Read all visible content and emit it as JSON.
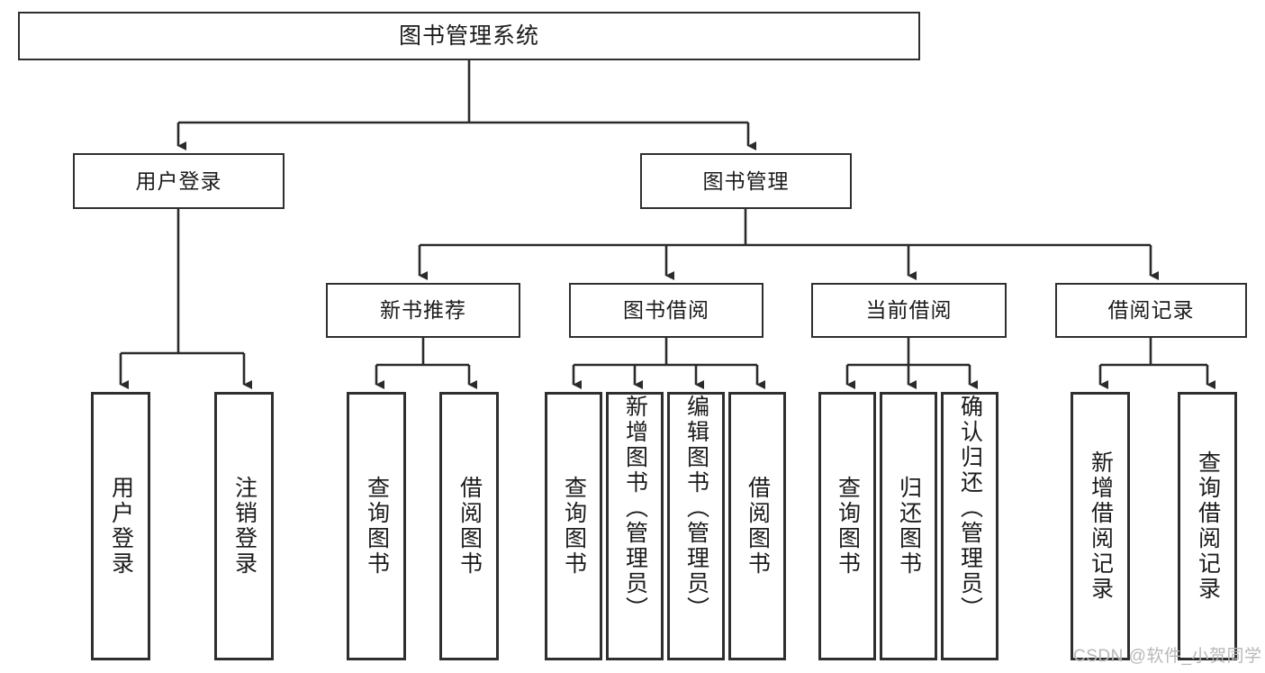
{
  "diagram": {
    "title": "图书管理系统",
    "type": "hierarchy-tree",
    "colors": {
      "node_border": "#2f2f2f",
      "node_fill": "#ffffff",
      "edge": "#2b2b2b",
      "text": "#1b1b1b",
      "watermark": "#b8b8b8",
      "background": "#ffffff"
    },
    "root": {
      "label": "图书管理系统"
    },
    "level2": [
      {
        "label": "用户登录"
      },
      {
        "label": "图书管理"
      }
    ],
    "level3": [
      {
        "label": "新书推荐"
      },
      {
        "label": "图书借阅"
      },
      {
        "label": "当前借阅"
      },
      {
        "label": "借阅记录"
      }
    ],
    "leaves": {
      "user_login": [
        {
          "label": "用户登录"
        },
        {
          "label": "注销登录"
        }
      ],
      "new_book_recommend": [
        {
          "label": "查询图书"
        },
        {
          "label": "借阅图书"
        }
      ],
      "book_borrow": [
        {
          "label": "查询图书"
        },
        {
          "label": "新增图书（管理员）"
        },
        {
          "label": "编辑图书（管理员）"
        },
        {
          "label": "借阅图书"
        }
      ],
      "current_borrow": [
        {
          "label": "查询图书"
        },
        {
          "label": "归还图书"
        },
        {
          "label": "确认归还（管理员）"
        }
      ],
      "borrow_records": [
        {
          "label": "新增借阅记录"
        },
        {
          "label": "查询借阅记录"
        }
      ]
    }
  },
  "watermark": {
    "text": "CSDN @软件_小贺同学"
  }
}
